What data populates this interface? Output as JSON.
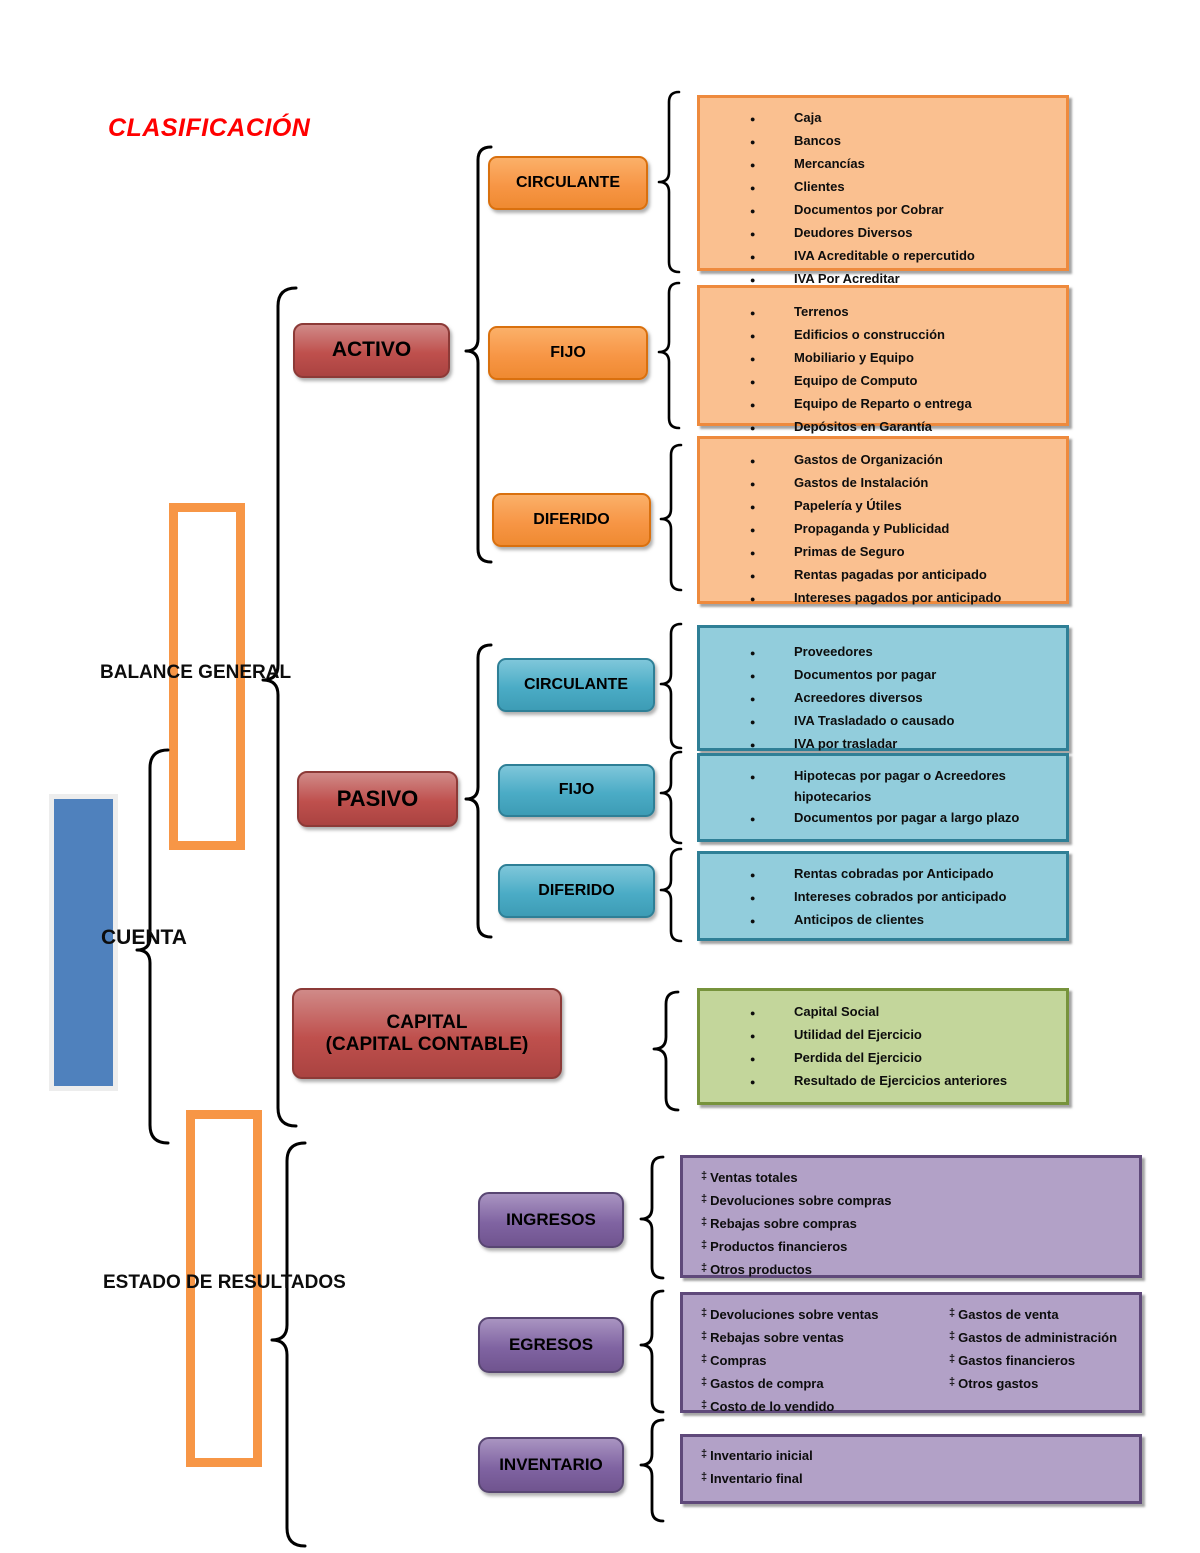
{
  "title": "CLASIFICACIÓN",
  "bullets": {
    "dot": "●",
    "doubledagger": "‡"
  },
  "colors": {
    "title_red": "#FF0000",
    "red_node": "#BF504D",
    "orange_node": "#F79646",
    "orange_list_bg": "#FAC090",
    "teal_node": "#4BACC6",
    "teal_list_bg": "#92CDDC",
    "green_list_bg": "#C3D69B",
    "purple_node": "#8064A2",
    "purple_list_bg": "#B2A1C7",
    "steel_blue_rect": "#4F81BD",
    "orange_rect_outline": "#F79646"
  },
  "cuenta": {
    "label": "CUENTA"
  },
  "balance": {
    "label": "BALANCE GENERAL",
    "activo": {
      "label": "ACTIVO",
      "circulante": {
        "label": "CIRCULANTE",
        "items": [
          "Caja",
          "Bancos",
          "Mercancías",
          "Clientes",
          "Documentos por Cobrar",
          "Deudores Diversos",
          "IVA Acreditable o repercutido",
          "IVA Por Acreditar"
        ]
      },
      "fijo": {
        "label": "FIJO",
        "items": [
          "Terrenos",
          "Edificios o construcción",
          "Mobiliario y Equipo",
          "Equipo de Computo",
          "Equipo de Reparto o entrega",
          "Depósitos en Garantía"
        ]
      },
      "diferido": {
        "label": "DIFERIDO",
        "items": [
          "Gastos de Organización",
          "Gastos de Instalación",
          "Papelería y Útiles",
          "Propaganda y Publicidad",
          "Primas de Seguro",
          "Rentas pagadas por anticipado",
          "Intereses pagados por anticipado"
        ]
      }
    },
    "pasivo": {
      "label": "PASIVO",
      "circulante": {
        "label": "CIRCULANTE",
        "items": [
          "Proveedores",
          "Documentos por pagar",
          "Acreedores diversos",
          "IVA Trasladado o causado",
          "IVA por trasladar"
        ]
      },
      "fijo": {
        "label": "FIJO",
        "items": [
          "Hipotecas por pagar o Acreedores hipotecarios",
          "Documentos por pagar a largo plazo"
        ]
      },
      "diferido": {
        "label": "DIFERIDO",
        "items": [
          "Rentas cobradas por Anticipado",
          "Intereses cobrados por anticipado",
          "Anticipos de clientes"
        ]
      }
    },
    "capital": {
      "label_line1": "CAPITAL",
      "label_line2": "(CAPITAL CONTABLE)",
      "items": [
        "Capital Social",
        "Utilidad del Ejercicio",
        "Perdida del Ejercicio",
        "Resultado de Ejercicios anteriores"
      ]
    }
  },
  "estado": {
    "label": "ESTADO DE RESULTADOS",
    "ingresos": {
      "label": "INGRESOS",
      "items": [
        "Ventas totales",
        "Devoluciones sobre compras",
        "Rebajas sobre compras",
        "Productos financieros",
        "Otros productos"
      ]
    },
    "egresos": {
      "label": "EGRESOS",
      "items_left": [
        "Devoluciones sobre ventas",
        "Rebajas sobre ventas",
        "Compras",
        "Gastos de compra",
        "Costo de lo vendido"
      ],
      "items_right": [
        "Gastos de venta",
        "Gastos de administración",
        "Gastos financieros",
        "Otros gastos"
      ]
    },
    "inventario": {
      "label": "INVENTARIO",
      "items": [
        "Inventario inicial",
        "Inventario final"
      ]
    }
  }
}
